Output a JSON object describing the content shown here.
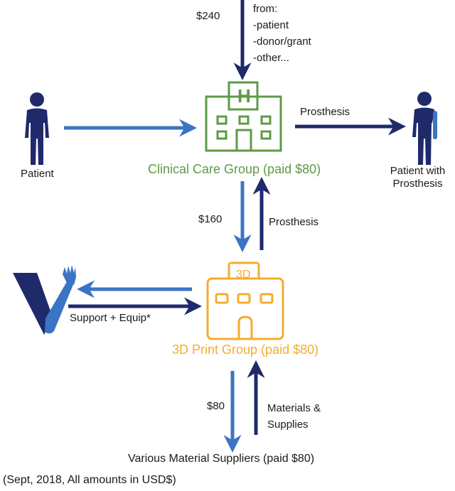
{
  "colors": {
    "navy": "#1f2a6b",
    "blue": "#3b74c4",
    "green": "#5e9a46",
    "orange": "#f4ac2c"
  },
  "icons": {
    "patient": "person-icon",
    "patient_with_prosthesis": "person-with-prosthesis-icon",
    "clinical": "hospital-icon",
    "print": "3d-print-building-icon",
    "support_org": "prosthetic-arm-logo"
  },
  "funding": {
    "amount": "$240",
    "from_lines": [
      "from:",
      "-patient",
      "-donor/grant",
      "-other..."
    ]
  },
  "patient_label": "Patient",
  "patient_with_prosthesis_label": [
    "Patient with",
    "Prosthesis"
  ],
  "prosthesis_top_label": "Prosthesis",
  "clinical_label": "Clinical Care Group (paid $80)",
  "hospital_letter": "H",
  "payment_clinical_to_print": "$160",
  "prosthesis_mid_label": "Prosthesis",
  "print_badge": "3D",
  "support_label": "Support + Equip*",
  "print_label": "3D Print Group (paid $80)",
  "payment_print_to_suppliers": "$80",
  "materials_label": [
    "Materials &",
    "Supplies"
  ],
  "suppliers_label": "Various Material Suppliers (paid $80)",
  "footnote": "(Sept, 2018, All amounts in USD$)"
}
